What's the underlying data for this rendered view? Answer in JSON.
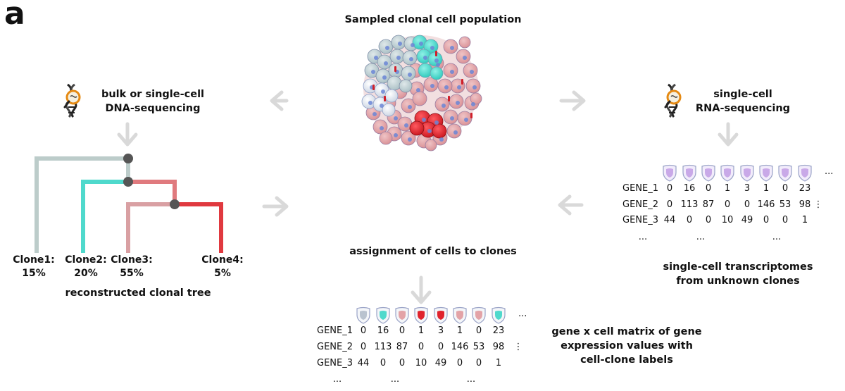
{
  "panel_letter": "a",
  "title": "Sampled clonal cell population",
  "dna": {
    "line1": "bulk or single-cell",
    "line2": "DNA-sequencing",
    "icon": "dna-magnifier-icon"
  },
  "rna": {
    "line1": "single-cell",
    "line2": "RNA-sequencing",
    "icon": "dna-magnifier-icon"
  },
  "tree_caption": "reconstructed clonal tree",
  "clones": [
    {
      "name": "Clone1:",
      "pct": "15%",
      "color": "#bcccca"
    },
    {
      "name": "Clone2:",
      "pct": "20%",
      "color": "#4fd9cc"
    },
    {
      "name": "Clone3:",
      "pct": "55%",
      "color": "#d9a0a3"
    },
    {
      "name": "Clone4:",
      "pct": "5%",
      "color": "#e0393f"
    }
  ],
  "assignment_label": "assignment of cells to clones",
  "unknown_caption": {
    "line1": "single-cell transcriptomes",
    "line2": "from unknown clones"
  },
  "labeled_caption": {
    "line1": "gene x cell matrix of gene",
    "line2": "expression values with",
    "line3": "cell-clone labels"
  },
  "matrix": {
    "genes": [
      "GENE_1",
      "GENE_2",
      "GENE_3"
    ],
    "rows": [
      [
        "0",
        "16",
        "0",
        "1",
        "3",
        "1",
        "0",
        "23"
      ],
      [
        "0",
        "113",
        "87",
        "0",
        "0",
        "146",
        "53",
        "98"
      ],
      [
        "44",
        "0",
        "0",
        "10",
        "49",
        "0",
        "0",
        "1"
      ]
    ],
    "ellipsis": "...",
    "vertical_ellipsis": "⋮"
  },
  "unknown_cell_color": "#c9a9e8",
  "labeled_cell_colors": [
    "#b9c3cf",
    "#4fd9cc",
    "#e3a3a7",
    "#e0232d",
    "#e0232d",
    "#e3a3a7",
    "#e3a3a7",
    "#4fd9cc"
  ],
  "colors": {
    "arrow": "#d9d9d9",
    "node": "#555555",
    "clone1": "#bcccca",
    "clone2": "#4fd9cc",
    "clone3": "#d9a0a3",
    "clone4": "#e0393f"
  }
}
